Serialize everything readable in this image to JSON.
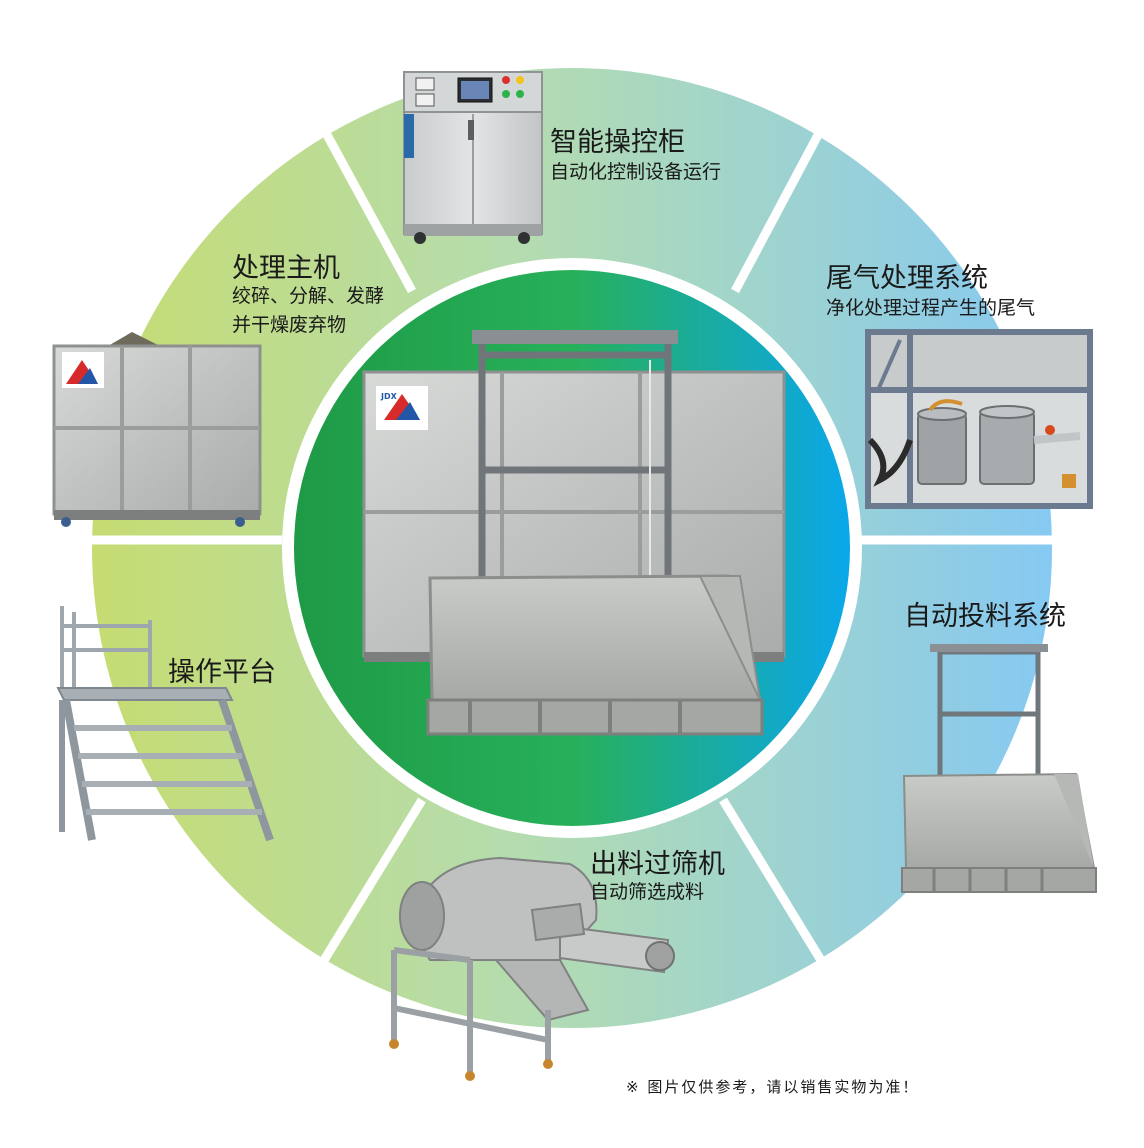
{
  "modules": {
    "control_cabinet": {
      "title": "智能操控柜",
      "desc": [
        "自动化控制设备运行"
      ]
    },
    "exhaust_treatment": {
      "title": "尾气处理系统",
      "desc": [
        "净化处理过程产生的尾气"
      ]
    },
    "auto_feeding": {
      "title": "自动投料系统",
      "desc": []
    },
    "discharge_screen": {
      "title": "出料过筛机",
      "desc": [
        "自动筛选成料"
      ]
    },
    "operation_platform": {
      "title": "操作平台",
      "desc": []
    },
    "main_processor": {
      "title": "处理主机",
      "desc": [
        "绞碎、分解、发酵",
        "并干燥废弃物"
      ]
    }
  },
  "logo_text": "JDX",
  "disclaimer": "※ 图片仅供参考，请以销售实物为准！",
  "colors": {
    "ring_green": "#bcd97a",
    "ring_teal": "#a9dcc6",
    "ring_blue": "#8dcdf0",
    "center_green": "#22a84a",
    "center_blue": "#0da6e6",
    "steel": "#c4c6c4"
  }
}
